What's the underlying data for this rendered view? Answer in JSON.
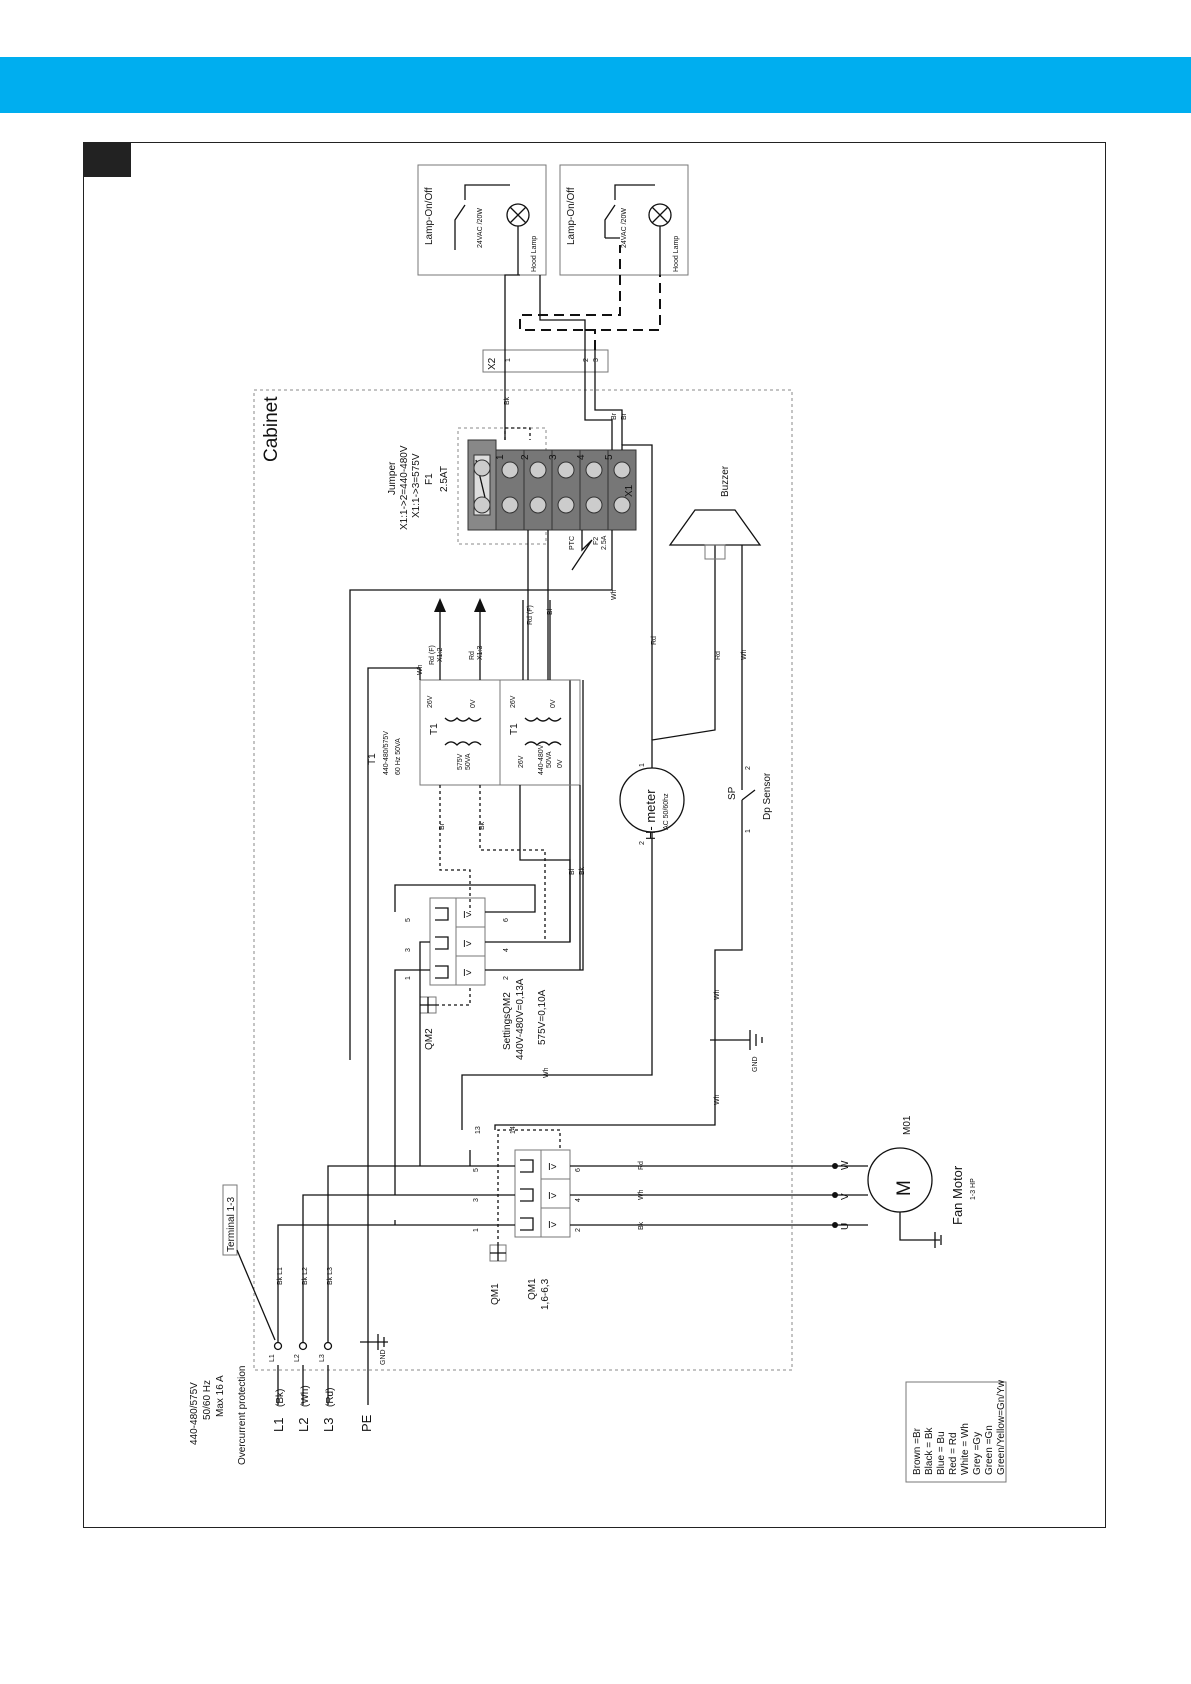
{
  "colors": {
    "band": "#00aeef",
    "frame": "#222222"
  },
  "cabinet": {
    "label": "Cabinet"
  },
  "supply": {
    "spec": [
      "440-480/575V",
      "50/60 Hz",
      "Max 16 A",
      "Overcurrent protection"
    ],
    "lines": [
      {
        "name": "L1",
        "color": "(Bk)",
        "term": "L1",
        "wire": "Bk L1"
      },
      {
        "name": "L2",
        "color": "(Wh)",
        "term": "L2",
        "wire": "Bk L2"
      },
      {
        "name": "L3",
        "color": "(Rd)",
        "term": "L3",
        "wire": "Bk L3"
      }
    ],
    "pe": "PE",
    "terminal_label": "Terminal 1-3",
    "gnd": "GND"
  },
  "qm1": {
    "name": "QM1",
    "rating": [
      "QM1",
      "1,6-6,3"
    ],
    "pins_top": [
      "1",
      "3",
      "5",
      "13"
    ],
    "pins_bottom": [
      "2",
      "4",
      "6",
      "14"
    ]
  },
  "qm2": {
    "name": "QM2",
    "settings": [
      "SettingsQM2",
      "440V-480V=0,13A",
      "575V=0,10A"
    ],
    "pins_top": [
      "1",
      "3",
      "5"
    ],
    "pins_bottom": [
      "2",
      "4",
      "6"
    ]
  },
  "motor": {
    "id": "M01",
    "symbol": "M",
    "name": "Fan Motor",
    "hp": "1-3 HP",
    "terminals": [
      "U",
      "V",
      "W"
    ],
    "wires": [
      "Bk",
      "Wh",
      "Rd"
    ]
  },
  "t1": {
    "top_label": [
      "T1",
      "440-480/575V",
      "60 Hz 50VA"
    ],
    "name": "T1",
    "upper": [
      "575V",
      "50VA",
      "26V",
      "0V"
    ],
    "lower": [
      "26V",
      "440-480V",
      "50VA",
      "0V",
      "26V",
      "0V"
    ],
    "wires": [
      "Br",
      "Bk",
      "Bl",
      "Bk"
    ]
  },
  "x1": {
    "jumper": [
      "Jumper",
      "X1:1->2=440-480V",
      "X1:1->3=575V",
      "F1",
      "2.5AT"
    ],
    "name": "X1",
    "pins": [
      "1",
      "2",
      "3",
      "4",
      "5"
    ],
    "ptc": "PTC",
    "f2": [
      "F2",
      "2.5A"
    ]
  },
  "wires": {
    "wh": "Wh",
    "rdf": "Rd (F)",
    "bl": "Bl",
    "rd": "Rd",
    "bk": "Bk",
    "br": "Br",
    "rdf2": "Rd (F)",
    "x12": "X1:2",
    "rd2": "Rd",
    "x13": "X1:3"
  },
  "hmeter": {
    "name": "H- meter",
    "spec": "AC 50/60hz",
    "pins": [
      "1",
      "2"
    ]
  },
  "sp": {
    "name": "SP",
    "sensor": "Dp Sensor",
    "pins": [
      "1",
      "2"
    ]
  },
  "buzzer": {
    "name": "Buzzer"
  },
  "x2": {
    "name": "X2",
    "pins": [
      "1",
      "2",
      "3"
    ]
  },
  "lamps": [
    {
      "switch": "Lamp-On/Off",
      "rating": "24VAC /20W",
      "lamp": "Hood Lamp"
    },
    {
      "switch": "Lamp-On/Off",
      "rating": "24VAC /20W",
      "lamp": "Hood Lamp"
    }
  ],
  "legend": [
    "Brown =Br",
    "Black = Bk",
    "Blue = Bu",
    "Red = Rd",
    "White = Wh",
    "Grey =Gy",
    "Green =Gn",
    "Green/Yellow=Gn/Yw"
  ]
}
